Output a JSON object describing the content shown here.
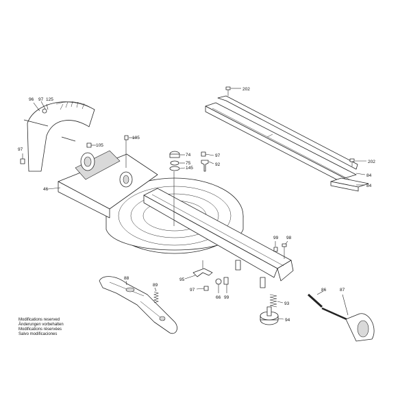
{
  "callouts": {
    "c202a": "202",
    "c202b": "202",
    "c84a": "84",
    "c84b": "84",
    "c96": "96",
    "c97a": "97",
    "c125": "125",
    "c97b": "97",
    "c105a": "105",
    "c105b": "105",
    "c46": "46",
    "c74": "74",
    "c75": "75",
    "c145": "145",
    "c97c": "97",
    "c92": "92",
    "c99a": "99",
    "c98": "98",
    "c88": "88",
    "c89": "89",
    "c95": "95",
    "c97d": "97",
    "c66": "66",
    "c99b": "99",
    "c93": "93",
    "c86": "86",
    "c87": "87",
    "c94": "94"
  },
  "notes": [
    "Modifications reserved",
    "Änderungen vorbehalten",
    "Modifications réservées",
    "Salvo modificaciones"
  ]
}
